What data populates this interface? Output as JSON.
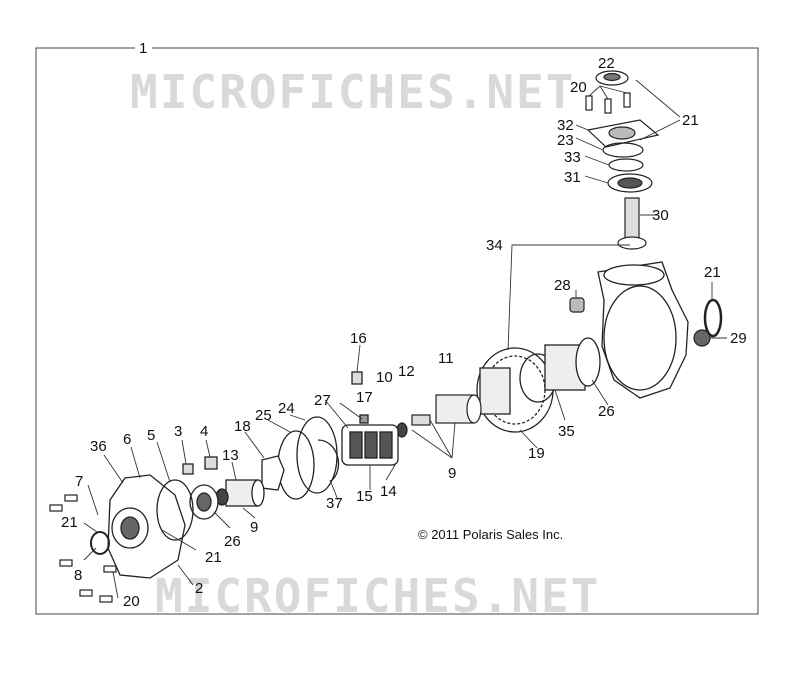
{
  "diagram": {
    "frame_label": "1",
    "watermark_top": "MICROFICHES.NET",
    "watermark_bottom": "MICROFICHES.NET",
    "copyright": "© 2011 Polaris Sales Inc.",
    "callouts": [
      "22",
      "20",
      "21",
      "32",
      "23",
      "33",
      "31",
      "30",
      "34",
      "21",
      "28",
      "29",
      "26",
      "35",
      "19",
      "11",
      "10",
      "12",
      "9",
      "16",
      "17",
      "27",
      "14",
      "15",
      "37",
      "24",
      "25",
      "18",
      "13",
      "9",
      "26",
      "3",
      "4",
      "5",
      "6",
      "36",
      "7",
      "21",
      "8",
      "21",
      "2",
      "20"
    ]
  }
}
